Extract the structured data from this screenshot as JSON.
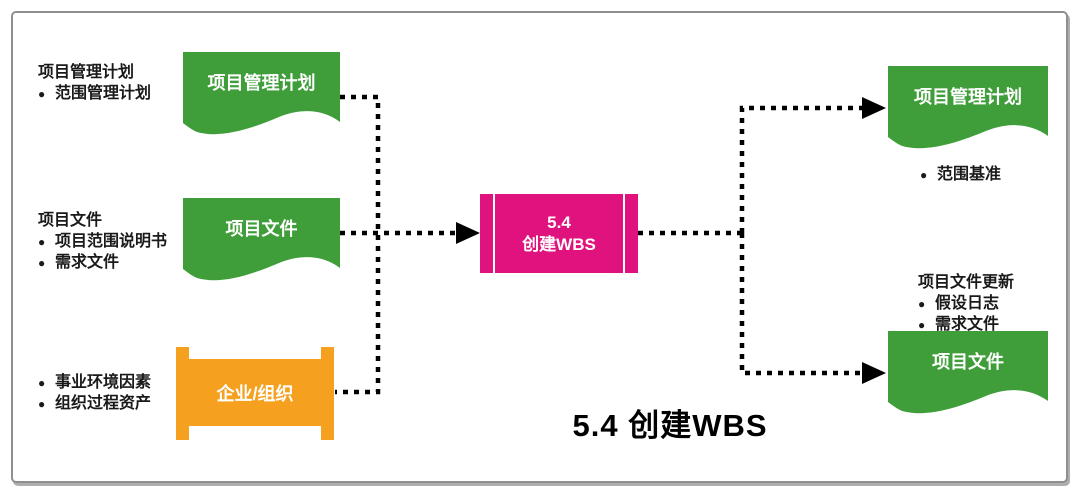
{
  "theme": {
    "green": "#3f9e3a",
    "magenta": "#e0137e",
    "orange": "#f5a01e",
    "line": "#000000",
    "frame_border": "#8f8f8f",
    "text": "#1a1a1a"
  },
  "diagram": {
    "caption": "5.4 创建WBS",
    "process": {
      "code": "5.4",
      "name": "创建WBS"
    },
    "inputs": {
      "pmp": {
        "annotation_title": "项目管理计划",
        "bullets": [
          "范围管理计划"
        ],
        "label": "项目管理计划"
      },
      "docs": {
        "annotation_title": "项目文件",
        "bullets": [
          "项目范围说明书",
          "需求文件"
        ],
        "label": "项目文件"
      },
      "org": {
        "bullets": [
          "事业环境因素",
          "组织过程资产"
        ],
        "label": "企业/组织"
      }
    },
    "outputs": {
      "pmp": {
        "label": "项目管理计划",
        "bullets": [
          "范围基准"
        ]
      },
      "docs": {
        "annotation_title": "项目文件更新",
        "bullets": [
          "假设日志",
          "需求文件"
        ],
        "label": "项目文件"
      }
    }
  }
}
